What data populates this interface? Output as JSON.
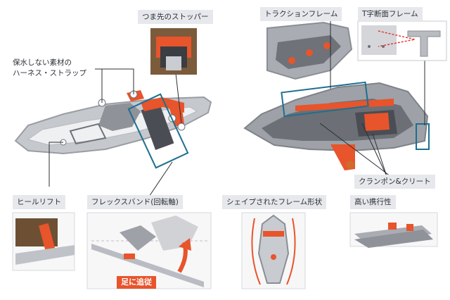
{
  "labels": {
    "toe_stopper": "つま先のストッパー",
    "traction_frame": "トラクションフレーム",
    "t_section_frame": "T字断面フレーム",
    "harness_strap_line1": "保水しない素材の",
    "harness_strap_line2": "ハーネス・ストラップ",
    "crampon_cleat": "クランポン&クリート",
    "heel_lift": "ヒールリフト",
    "flex_band": "フレックスバンド(回転軸)",
    "follows_foot": "足に追従",
    "shaped_frame": "シェイプされたフレーム形状",
    "high_portability": "高い携行性"
  },
  "colors": {
    "frame": "#a9acb2",
    "deck": "#8f9299",
    "dark": "#4a4d54",
    "accent": "#e8542b",
    "label_bg": "#e6e8ec",
    "callout": "#1d6f8f",
    "t_section_dash": "#e53935"
  }
}
